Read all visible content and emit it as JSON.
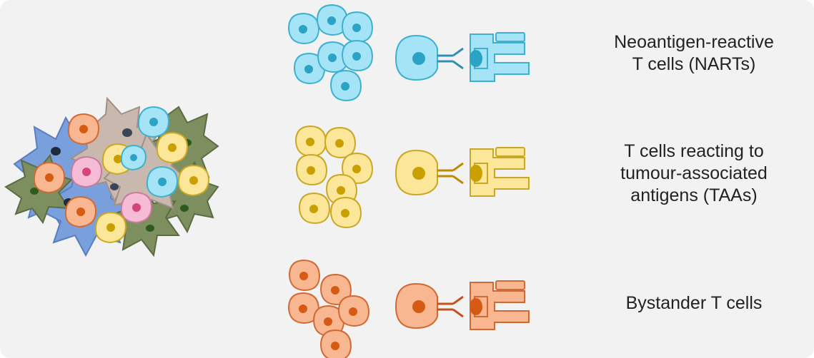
{
  "labels": {
    "narts": "Neoantigen-reactive\nT cells (NARTs)",
    "taa": "T cells reacting to\ntumour-associated\nantigens (TAAs)",
    "bystander": "Bystander T cells"
  },
  "groups": [
    {
      "id": "narts",
      "fill": "#a5e4f6",
      "stroke": "#3fb0cd",
      "nucleus": "#2aa3c4",
      "receptor": "#2f8fb0"
    },
    {
      "id": "taa",
      "fill": "#fbe69a",
      "stroke": "#c9a825",
      "nucleus": "#caa000",
      "receptor": "#c08a00"
    },
    {
      "id": "bystander",
      "fill": "#f9b791",
      "stroke": "#d06a35",
      "nucleus": "#d75a14",
      "receptor": "#c4501a"
    }
  ],
  "colors": {
    "tumour_blue": "#7a9fdd",
    "tumour_olive": "#7e8f5f",
    "tumour_taupe": "#c9b8ae",
    "cell_pink": "#f6bcd6",
    "nucleus_pink": "#d6447e",
    "nucleus_dark": "#1f2a3a",
    "nucleus_green": "#2d5a1d"
  },
  "icons": [
    "tumour-microenvironment-icon",
    "t-cell-icon",
    "tcr-receptor-icon",
    "antigen-presenting-cell-icon"
  ]
}
